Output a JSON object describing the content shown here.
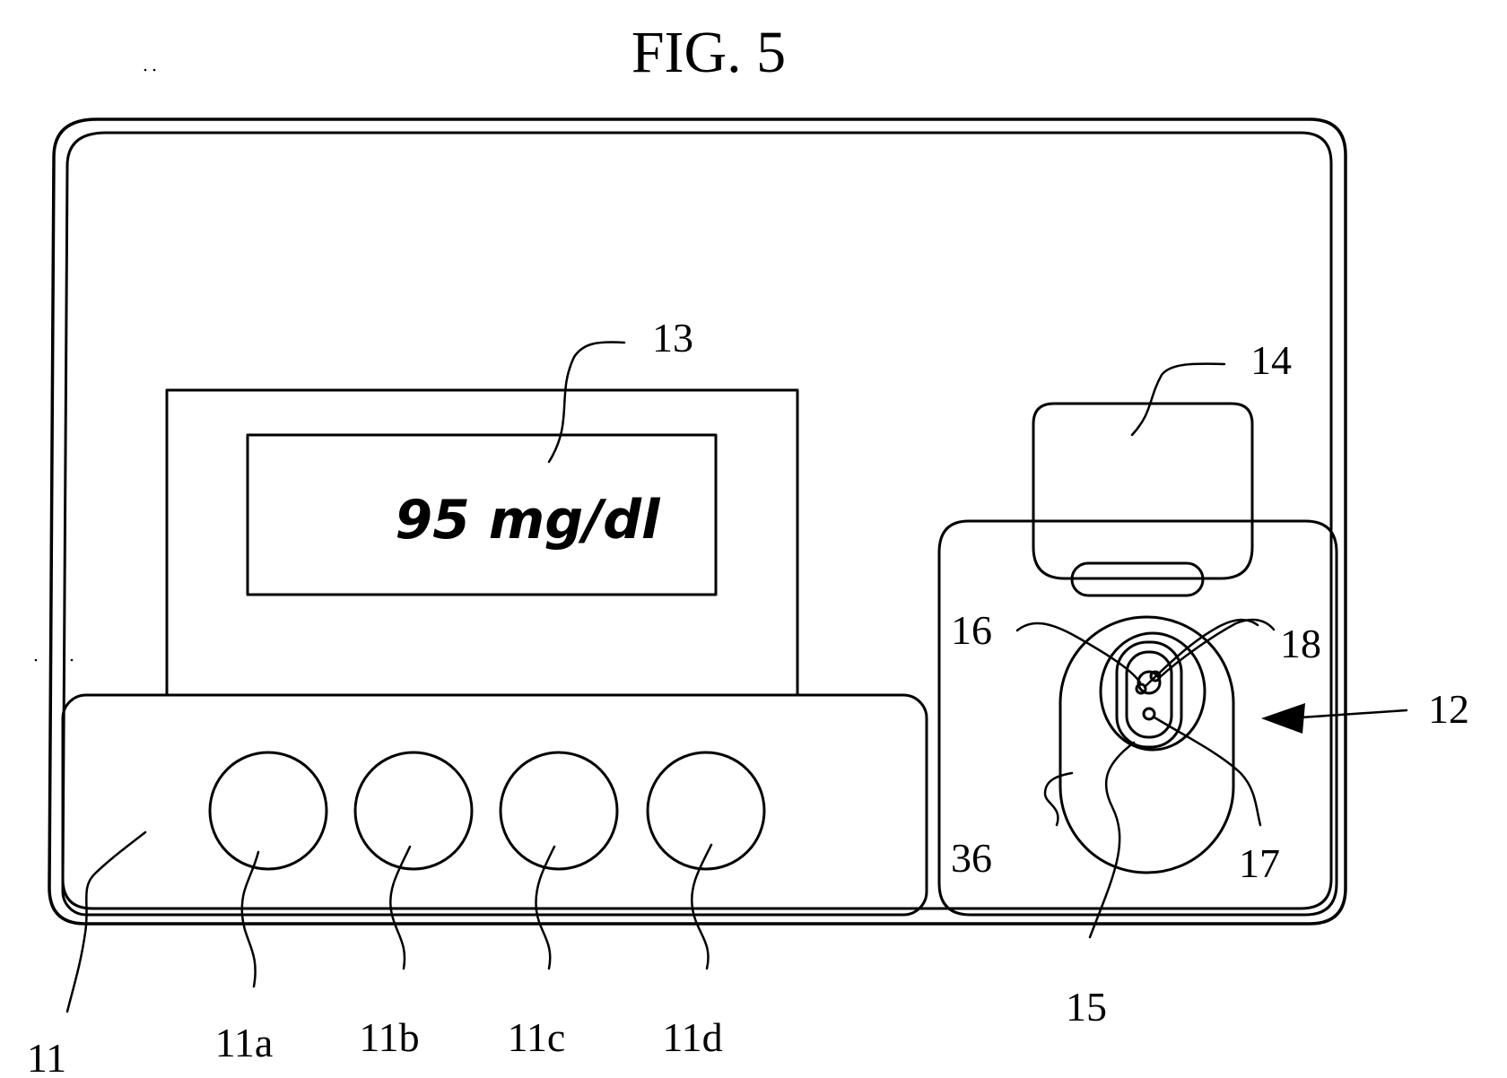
{
  "figure": {
    "title": "FIG. 5"
  },
  "display": {
    "reading": "95 mg/dl"
  },
  "reference_numerals": {
    "device": "11",
    "button_a": "11a",
    "button_b": "11b",
    "button_c": "11c",
    "button_d": "11d",
    "test_unit": "12",
    "display": "13",
    "cover": "14",
    "strip": "15",
    "electrode_16": "16",
    "electrode_17": "17",
    "electrodes_18": "18",
    "holder": "36"
  }
}
